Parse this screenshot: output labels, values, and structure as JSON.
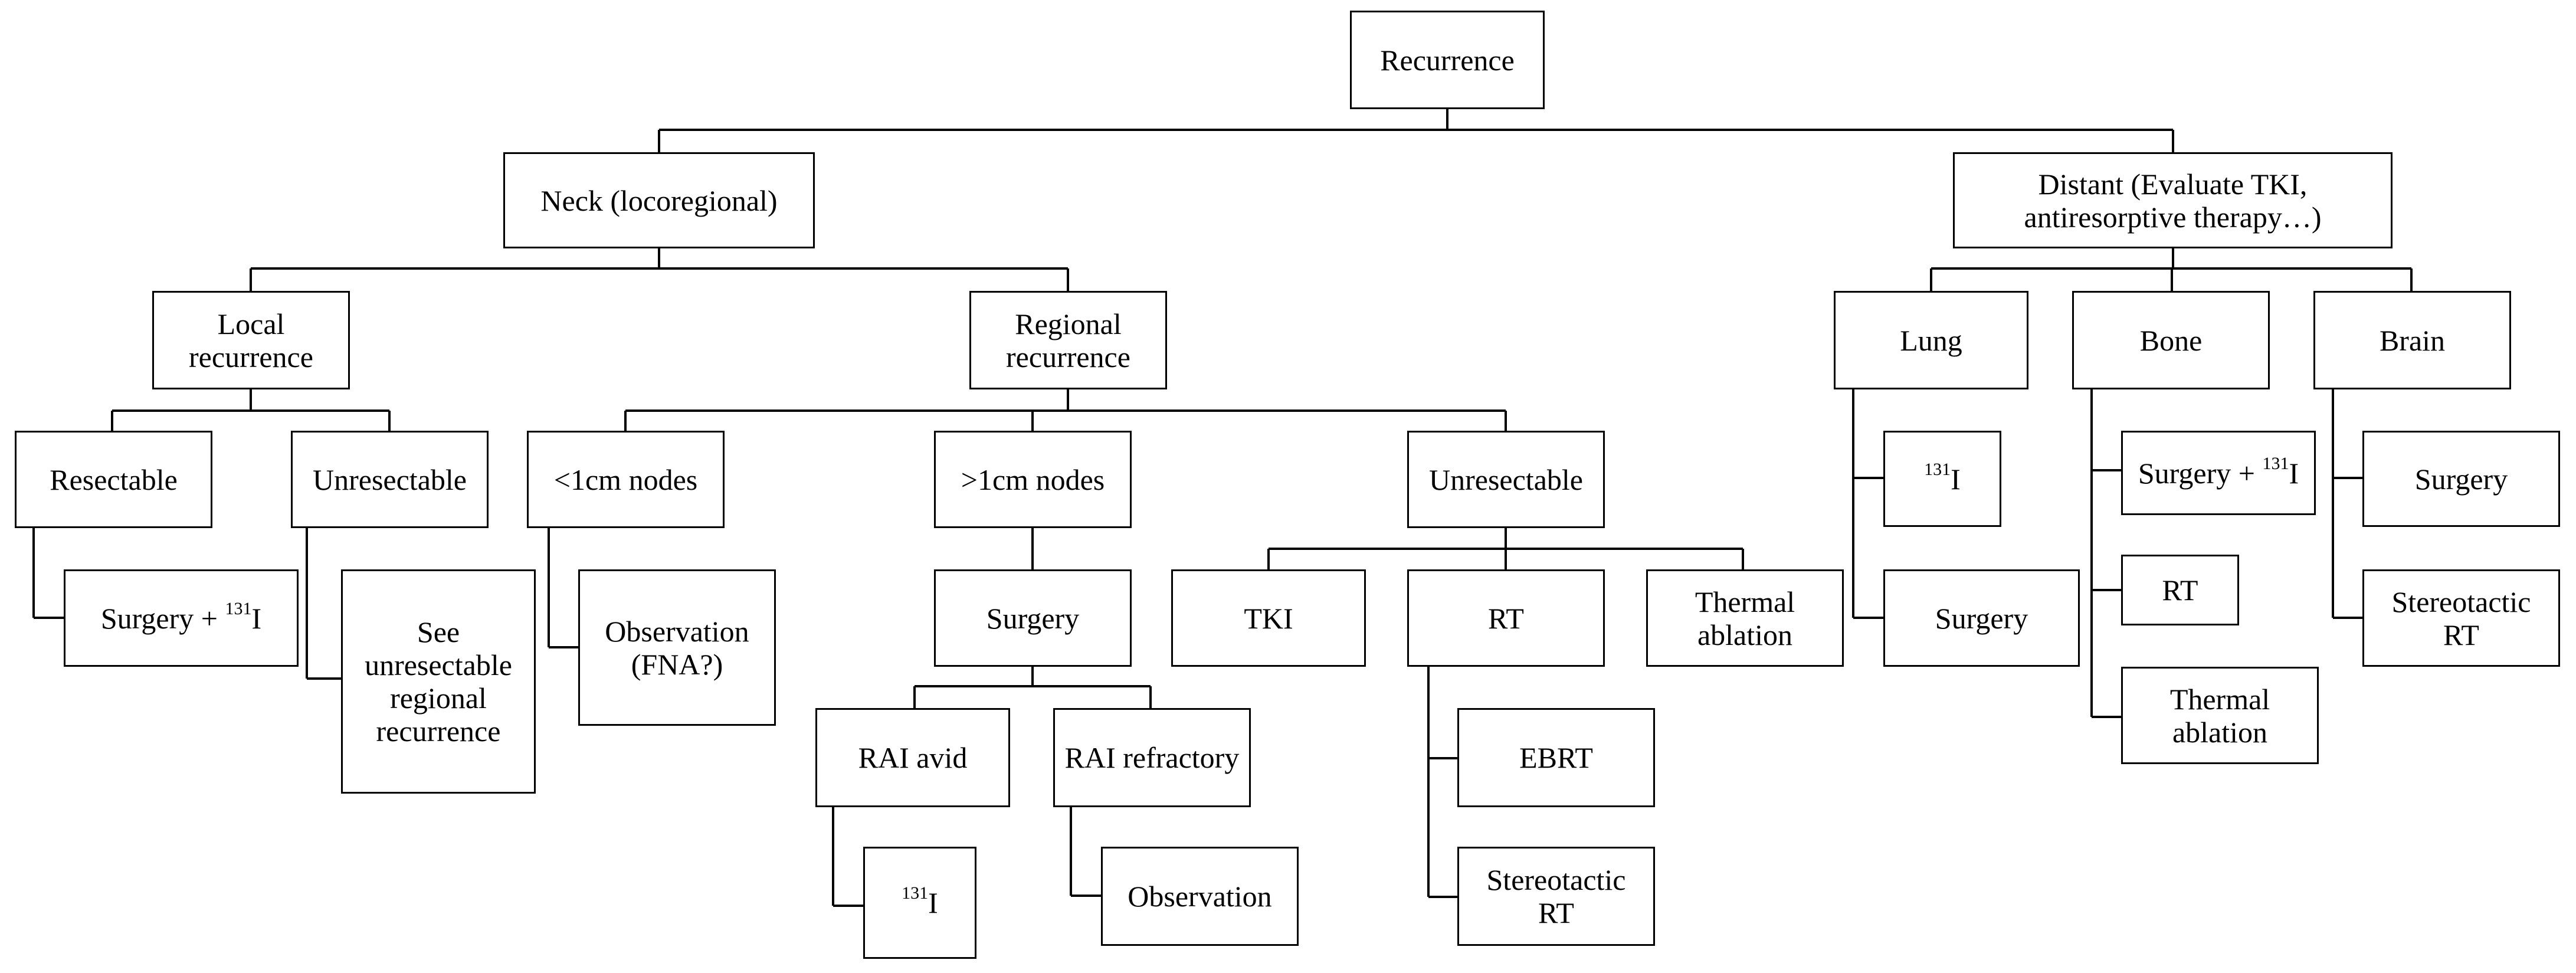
{
  "nodes": {
    "recurrence": "Recurrence",
    "neck": "Neck (locoregional)",
    "distant": "Distant (Evaluate TKI, antiresorptive therapy…)",
    "local_recurrence": "Local recurrence",
    "regional_recurrence": "Regional recurrence",
    "resectable": "Resectable",
    "local_unresectable": "Unresectable",
    "local_surgery_isotope_pre": "Surgery + ",
    "local_surgery_isotope_mass": "131",
    "local_surgery_isotope_elem": "I",
    "see_unresectable_regional": "See unresectable regional recurrence",
    "nodes_lt_1cm": "<1cm nodes",
    "nodes_gt_1cm": ">1cm nodes",
    "regional_unresectable": "Unresectable",
    "observation_fna": "Observation (FNA?)",
    "regional_surgery": "Surgery",
    "rai_avid": "RAI avid",
    "rai_refractory": "RAI refractory",
    "rai_avid_isotope_mass": "131",
    "rai_avid_isotope_elem": "I",
    "observation": "Observation",
    "tki": "TKI",
    "rt": "RT",
    "thermal_ablation": "Thermal ablation",
    "ebrt": "EBRT",
    "stereotactic_rt": "Stereotactic RT",
    "lung": "Lung",
    "bone": "Bone",
    "brain": "Brain",
    "lung_isotope_mass": "131",
    "lung_isotope_elem": "I",
    "lung_surgery": "Surgery",
    "bone_surgery_isotope_pre": "Surgery + ",
    "bone_surgery_isotope_mass": "131",
    "bone_surgery_isotope_elem": "I",
    "bone_rt": "RT",
    "bone_thermal_ablation": "Thermal ablation",
    "brain_surgery": "Surgery",
    "brain_stereotactic_rt": "Stereotactic RT"
  }
}
